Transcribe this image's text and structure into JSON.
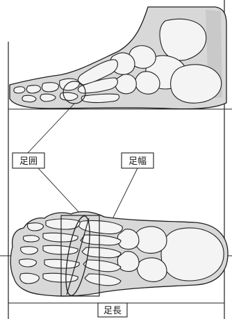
{
  "labels": {
    "girth": "足囲",
    "width": "足幅",
    "length": "足長"
  },
  "colors": {
    "ink": "#1f1f1f",
    "bone_fill": "#f2f2f2",
    "skin_fill": "#d8d8d8",
    "background": "#ffffff"
  }
}
